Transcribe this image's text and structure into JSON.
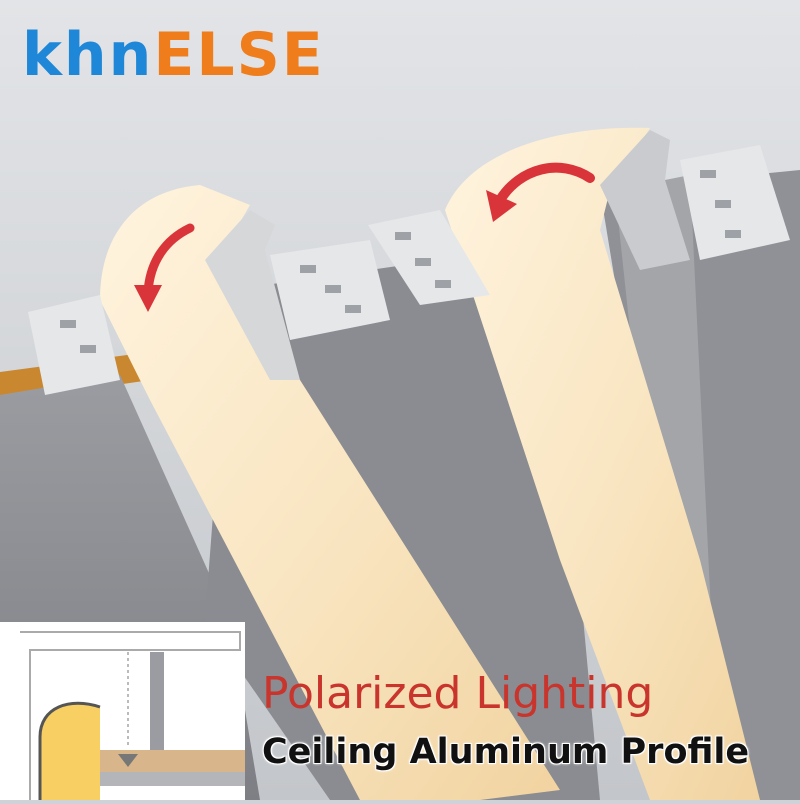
{
  "brand": {
    "part1": "khn",
    "part2": "ELSE",
    "color_blue": "#1f87d8",
    "color_orange": "#f07d1c"
  },
  "headline": {
    "text": "Polarized Lighting",
    "color": "#c9342c"
  },
  "subline": {
    "text": "Ceiling Aluminum Profile"
  },
  "colors": {
    "glow": "#fbe9c6",
    "ceiling": "#8e9095",
    "wall": "#cfd2d6",
    "wood": "#c9872f",
    "arrow": "#d9343a"
  }
}
